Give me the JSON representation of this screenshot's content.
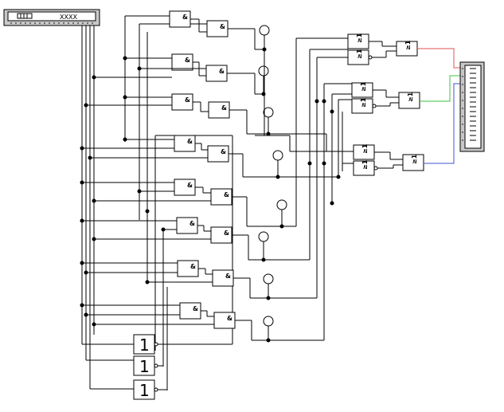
{
  "and_symbol": "&",
  "or_symbol": "≥1",
  "not_symbol": "1",
  "input_panel": {
    "label": "XXXX"
  },
  "colors": {
    "red": "#e05050",
    "green": "#40c040",
    "blue": "#4050d0",
    "panel": "#c8c8c8"
  }
}
